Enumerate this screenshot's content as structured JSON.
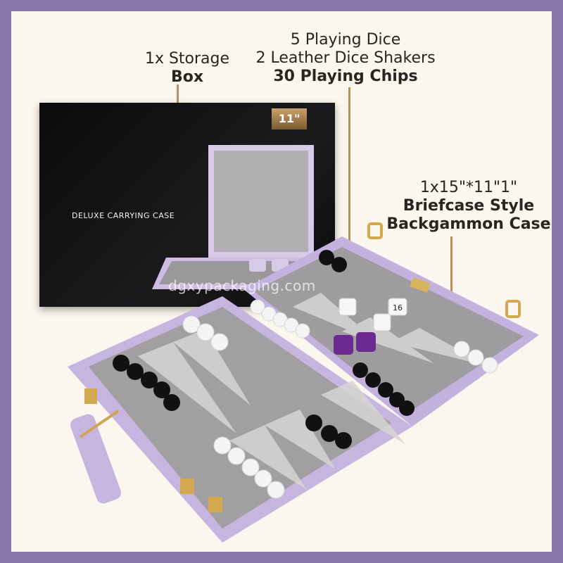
{
  "labels": {
    "storage": {
      "line1": "1x Storage",
      "line2": "Box"
    },
    "contents": {
      "line1": "5 Playing Dice",
      "line2": "2 Leather Dice Shakers",
      "line3": "30 Playing Chips"
    },
    "case": {
      "line1": "1x15\"*11\"1\"",
      "line2": "Briefcase Style",
      "line3": "Backgammon Case"
    }
  },
  "box": {
    "badge": "11\"",
    "caption": "DELUXE CARRYING CASE"
  },
  "dice": {
    "white_1": "16"
  },
  "watermark": "dgxypackaging.com",
  "colors": {
    "frame": "#8a78ad",
    "background": "#fbf6ee",
    "accent_gold": "#b8915a",
    "case_lavender": "#c6b5df",
    "felt_gray": "#9c9a9b",
    "purple_dice": "#6b2a8f"
  }
}
